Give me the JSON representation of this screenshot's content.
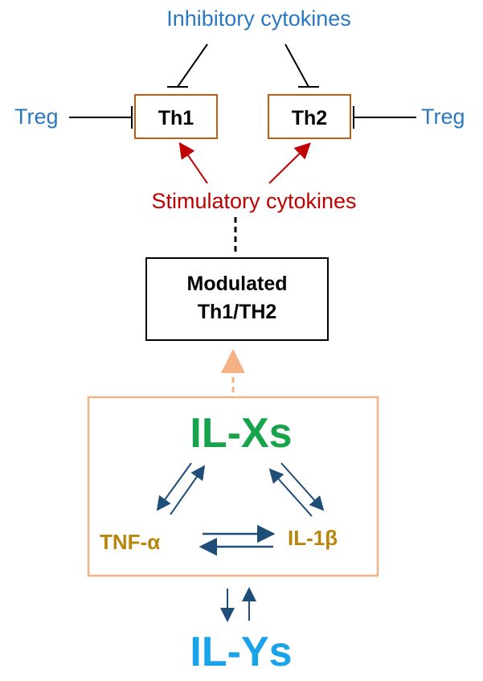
{
  "diagram": {
    "inhibitory_label": "Inhibitory cytokines",
    "stimulatory_label": "Stimulatory cytokines",
    "th1_label": "Th1",
    "th2_label": "Th2",
    "treg_left_label": "Treg",
    "treg_right_label": "Treg",
    "modulated_line1": "Modulated",
    "modulated_line2": "Th1/TH2",
    "ilxs_label": "IL-Xs",
    "tnf_label": "TNF-α",
    "il1b_label": "IL-1β",
    "ilys_label": "IL-Ys"
  },
  "colors": {
    "blue_text": "#2b78c2",
    "red_text": "#c00000",
    "box_border_th": "#c55a11",
    "box_border_il": "#f4b183",
    "green_text": "#16a34a",
    "gold_text": "#b8860b",
    "cyan_text": "#1aa3e8",
    "arrow_navy": "#1f4e79"
  }
}
